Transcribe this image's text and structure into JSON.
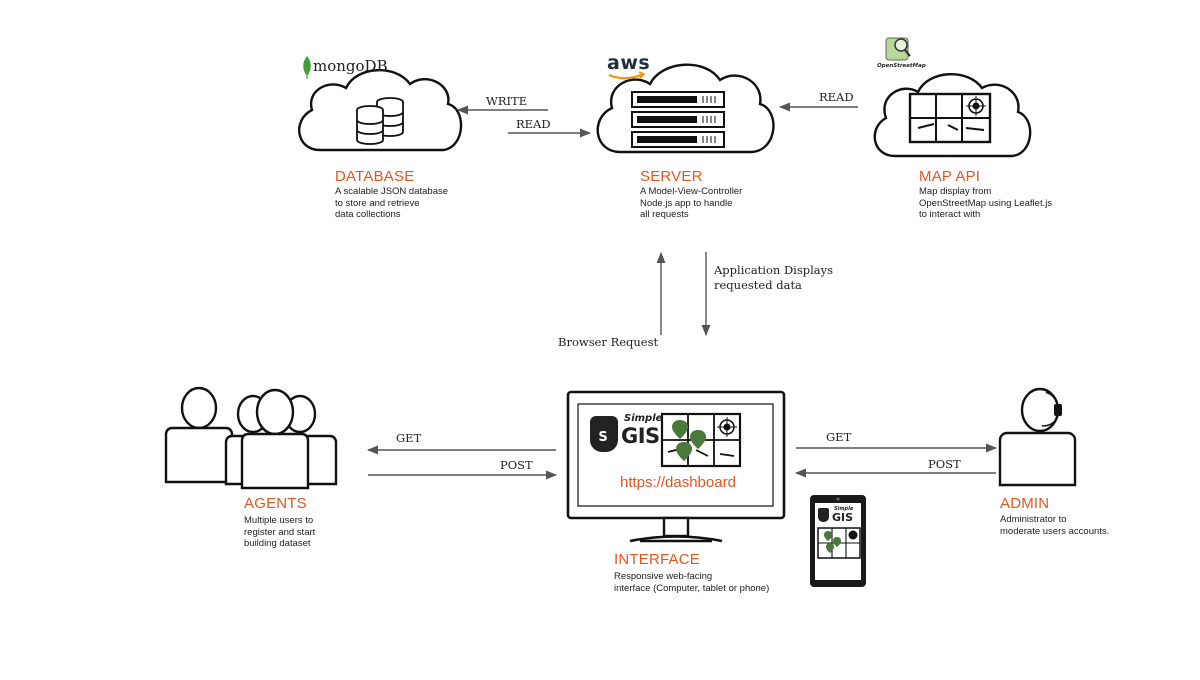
{
  "nodes": {
    "database": {
      "title": "DATABASE",
      "description": "A scalable JSON database\nto store and retrieve\ndata collections",
      "logo": "mongoDB"
    },
    "server": {
      "title": "SERVER",
      "description": "A Model-View-Controller\nNode.js app to handle\nall requests",
      "logo": "aws"
    },
    "map_api": {
      "title": "MAP API",
      "description": "Map display from\nOpenStreetMap using Leaflet.js\nto interact with",
      "logo": "OpenStreetMap"
    },
    "agents": {
      "title": "AGENTS",
      "description": "Multiple users to\nregister and start\nbuilding dataset"
    },
    "interface": {
      "title": "INTERFACE",
      "description": "Responsive web-facing\ninterface (Computer, tablet or phone)",
      "url": "https://dashboard",
      "app_logo_small": "Simple",
      "app_logo_big": "GIS"
    },
    "admin": {
      "title": "ADMIN",
      "description": "Administrator to\nmoderate users accounts."
    }
  },
  "edges": {
    "db_write": "WRITE",
    "db_read": "READ",
    "map_read": "READ",
    "browser_request": "Browser Request",
    "app_displays": "Application Displays\nrequested data",
    "agents_get": "GET",
    "agents_post": "POST",
    "admin_get": "GET",
    "admin_post": "POST"
  },
  "colors": {
    "accent": "#e8551f",
    "line": "#111111",
    "arrow": "#555555",
    "pin": "#4a7a3a",
    "mongo_leaf": "#3fa037",
    "aws_smile": "#f79400"
  }
}
